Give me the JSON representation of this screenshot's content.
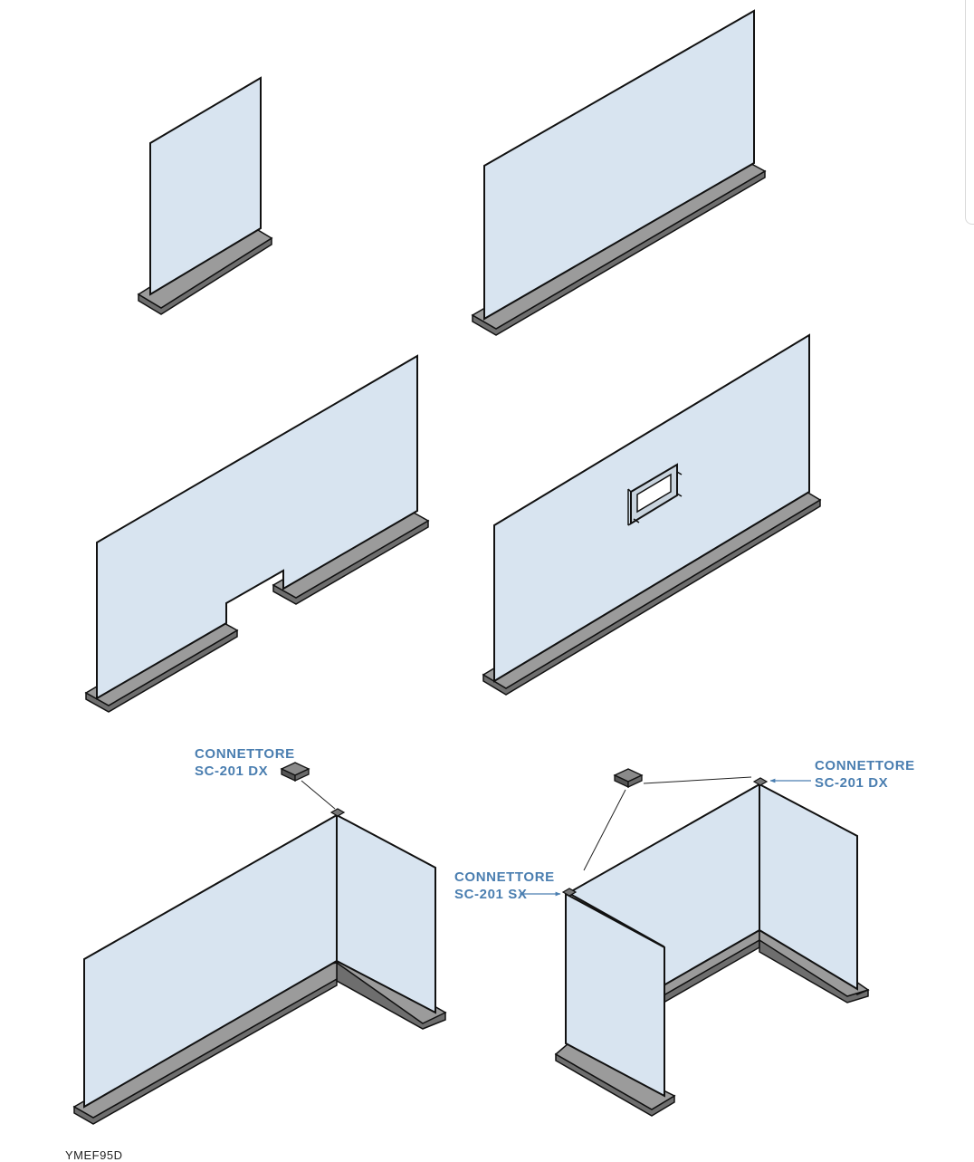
{
  "colors": {
    "glass": "#d8e4f0",
    "outline": "#111111",
    "rail_top": "#9b9b9b",
    "rail_side": "#6e6e6e",
    "label": "#4a7eb0",
    "connector": "#555555"
  },
  "callouts": {
    "left_dx": {
      "line1": "CONNETTORE",
      "line2": "SC-201 DX"
    },
    "right_dx": {
      "line1": "CONNETTORE",
      "line2": "SC-201 DX"
    },
    "right_sx": {
      "line1": "CONNETTORE",
      "line2": "SC-201 SX"
    }
  },
  "footer": {
    "code": "YMEF95D"
  }
}
